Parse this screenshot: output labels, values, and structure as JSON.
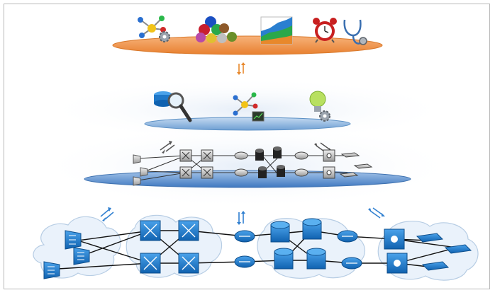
{
  "diagram": {
    "layers": [
      {
        "name": "applications-layer",
        "color": "#f39a4a",
        "edge": "#d9782a"
      },
      {
        "name": "control-layer",
        "color": "#9ec3e6",
        "edge": "#5a8fc4"
      },
      {
        "name": "virtual-network-layer",
        "color": "#7ea9d8",
        "edge": "#3f72b0"
      },
      {
        "name": "physical-network-layer",
        "color": "#eaf2fb",
        "edge": "#b7cde4"
      }
    ],
    "arrow_colors": {
      "orange": "#e8882b",
      "blue": "#2f7fd0",
      "gray": "#555555"
    },
    "device_color": "#1f78c8",
    "apps": [
      "network-graph-gear-icon",
      "colored-spheres-icon",
      "area-chart-icon",
      "alarm-clock-icon",
      "stethoscope-icon"
    ],
    "controllers": [
      "database-search-icon",
      "network-graph-monitor-icon",
      "lightbulb-gear-icon"
    ]
  }
}
